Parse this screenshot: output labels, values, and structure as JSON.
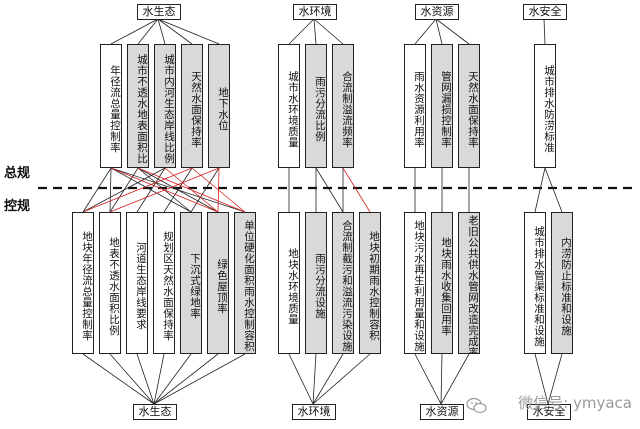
{
  "side_labels": {
    "top": "总规",
    "bottom": "控规"
  },
  "categories": [
    {
      "top": "水生态",
      "bottom": "水生态"
    },
    {
      "top": "水环境",
      "bottom": "水环境"
    },
    {
      "top": "水资源",
      "bottom": "水资源"
    },
    {
      "top": "水安全",
      "bottom": "水安全"
    }
  ],
  "upper_items": [
    "年径流总量控制率",
    "城市不透水地表面积比",
    "城市内河生态岸线比例",
    "天然水面保持率",
    "地下水位",
    "城市水环境质量",
    "雨污分流比例",
    "合流制溢流频率",
    "雨水资源利用率",
    "管网漏损控制率",
    "天然水面保持率",
    "城市排水防涝标准"
  ],
  "lower_items": [
    "地块年径流总量控制率",
    "地表不透水面积比例",
    "河道生态岸线要求",
    "规划区天然水面保持率",
    "下沉式绿地率",
    "绿色屋顶率",
    "单位硬化面积雨水控制容积",
    "地块水环境质量",
    "雨污分流设施",
    "合流制截污和溢流污染设施",
    "地块初期雨水控制容积",
    "地块污水再生利用量和设施",
    "地块雨水收集回用率",
    "老旧公共供水管网改造完成率",
    "城市排水管渠标准和设施",
    "内涝防止标准和设施"
  ],
  "watermark": "微信号: ymyaca",
  "colors": {
    "line": "#222222",
    "red_link": "#d42020",
    "gray_box": "#d9d9d9"
  }
}
